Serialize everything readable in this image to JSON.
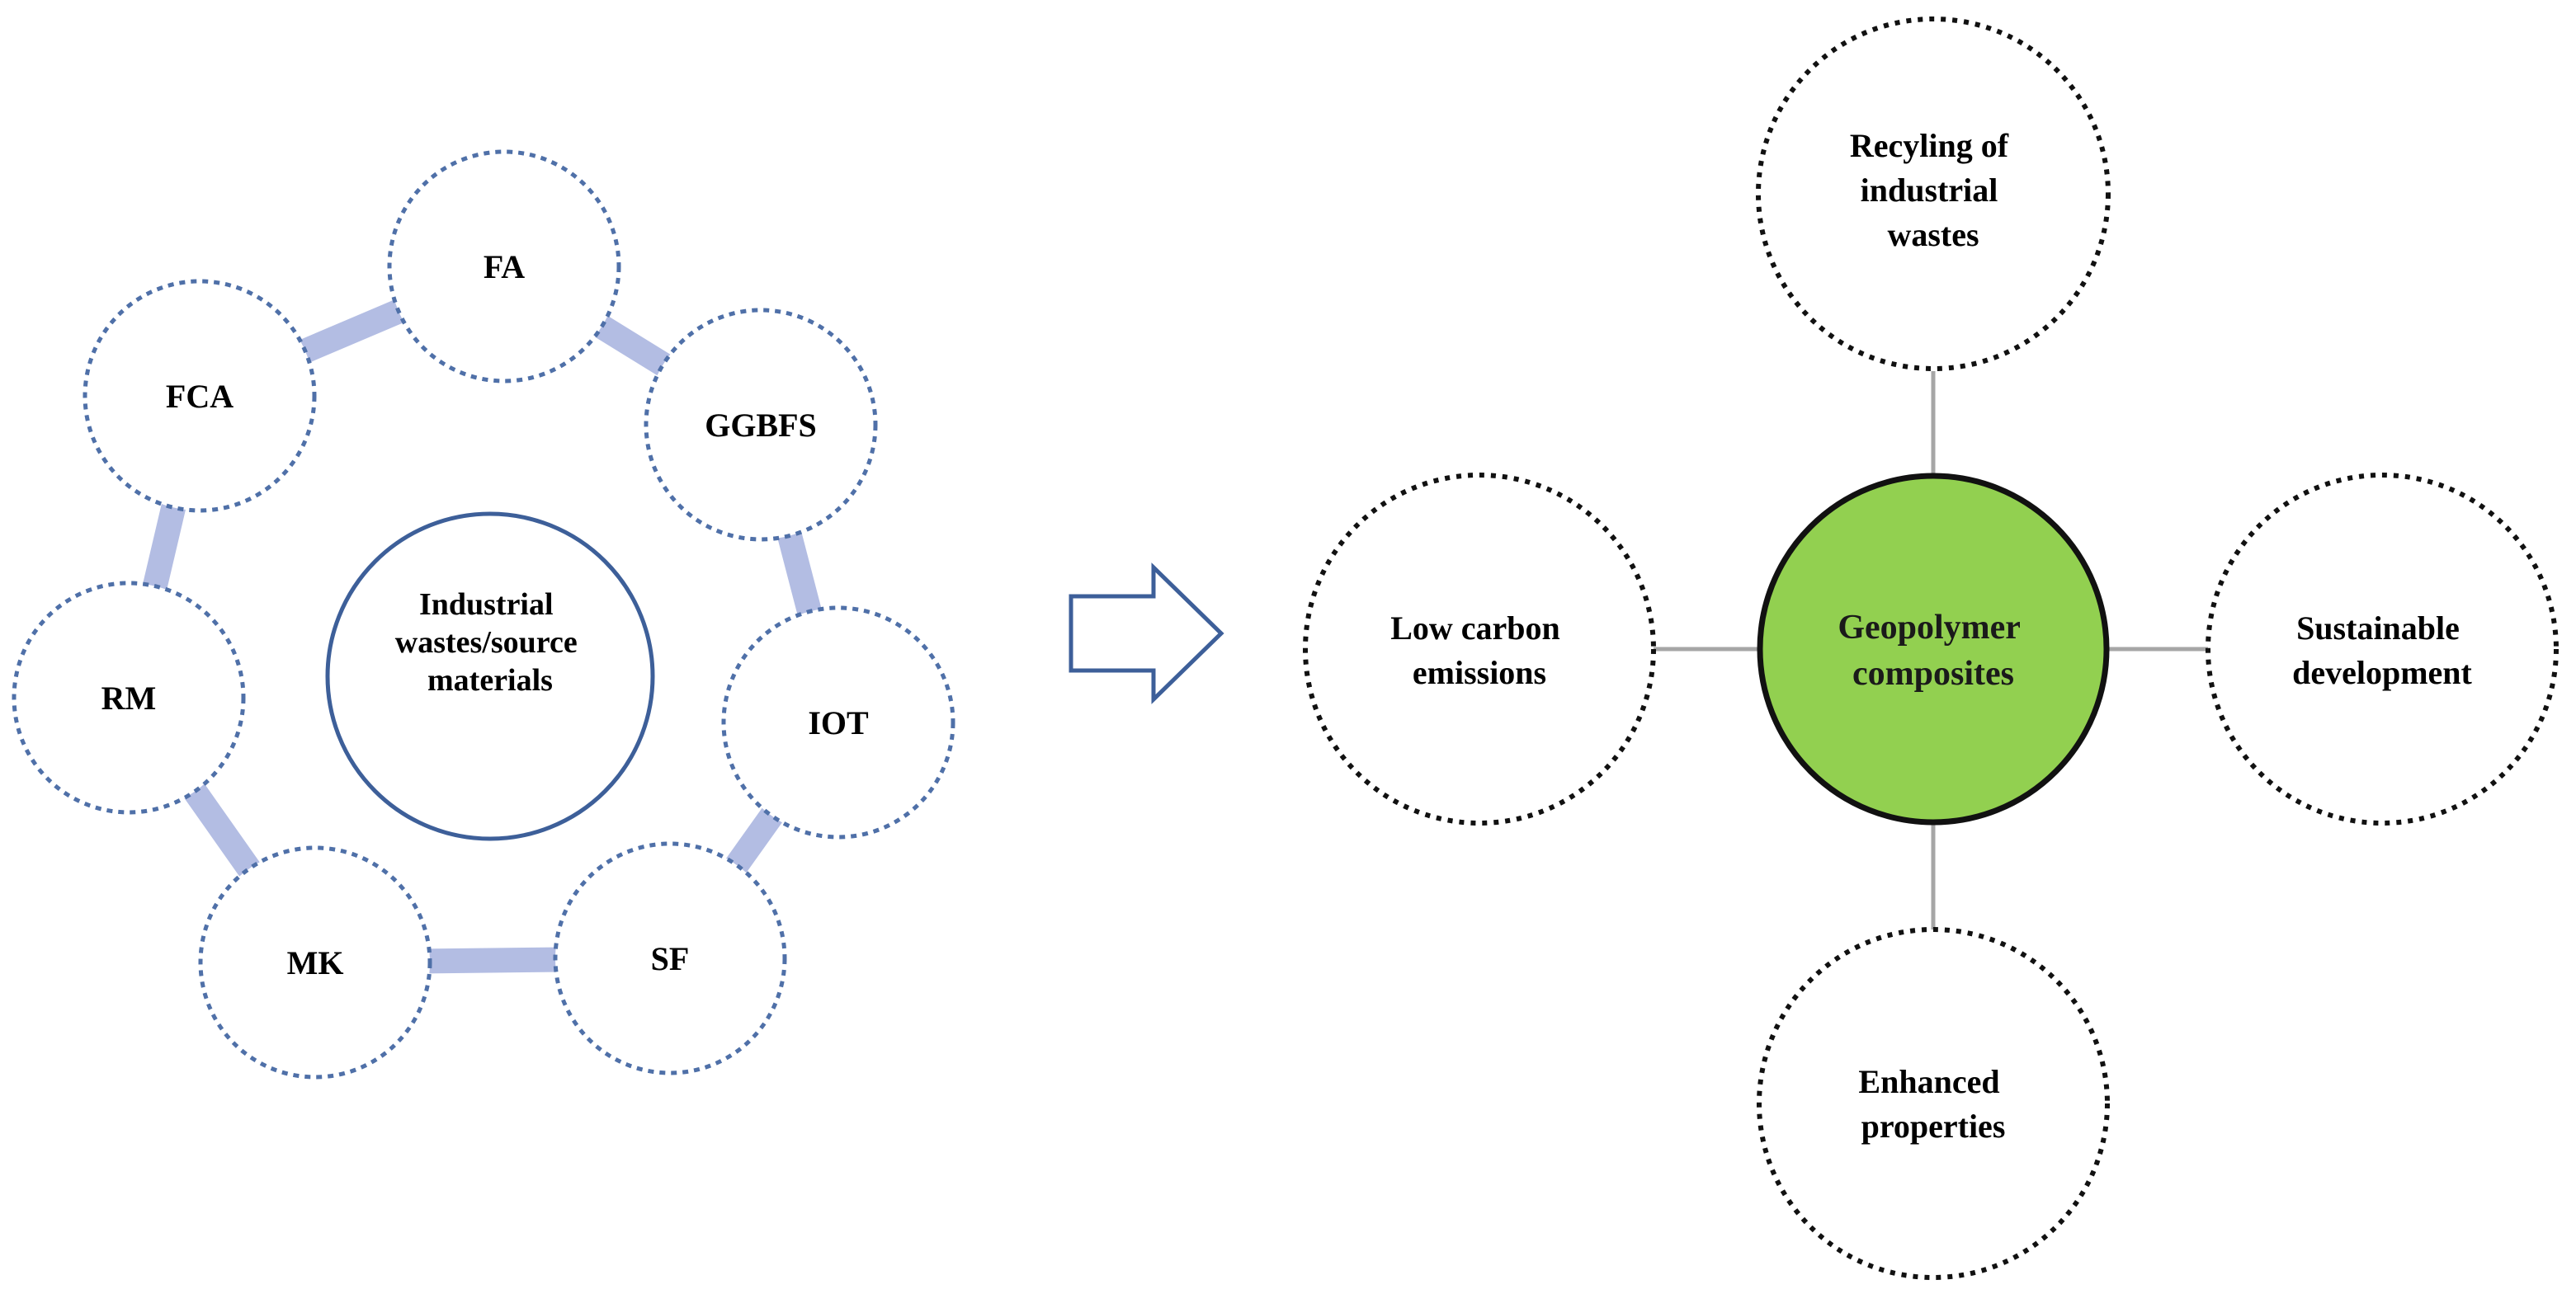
{
  "colors": {
    "source_ring": "#b3bde3",
    "source_circle_stroke": "#4f70a8",
    "center_circle_stroke": "#3d5f99",
    "hub_fill": "#92d050",
    "hub_stroke": "#111111",
    "outcome_circle_stroke": "#111111",
    "connector": "#a6a6a6",
    "arrow_stroke": "#3d5f99"
  },
  "sources": {
    "center": {
      "lines": [
        "Industrial",
        "wastes/source",
        "materials"
      ]
    },
    "items": [
      {
        "label": "FA"
      },
      {
        "label": "GGBFS"
      },
      {
        "label": "IOT"
      },
      {
        "label": "SF"
      },
      {
        "label": "MK"
      },
      {
        "label": "RM"
      },
      {
        "label": "FCA"
      }
    ]
  },
  "arrow": {
    "icon": "right-arrow-icon"
  },
  "outcomes": {
    "hub": {
      "lines": [
        "Geopolymer",
        "composites"
      ]
    },
    "top": {
      "lines": [
        "Recyling of",
        "industrial",
        "wastes"
      ]
    },
    "left": {
      "lines": [
        "Low carbon",
        "emissions"
      ]
    },
    "right": {
      "lines": [
        "Sustainable",
        "development"
      ]
    },
    "bottom": {
      "lines": [
        "Enhanced",
        "properties"
      ]
    }
  }
}
